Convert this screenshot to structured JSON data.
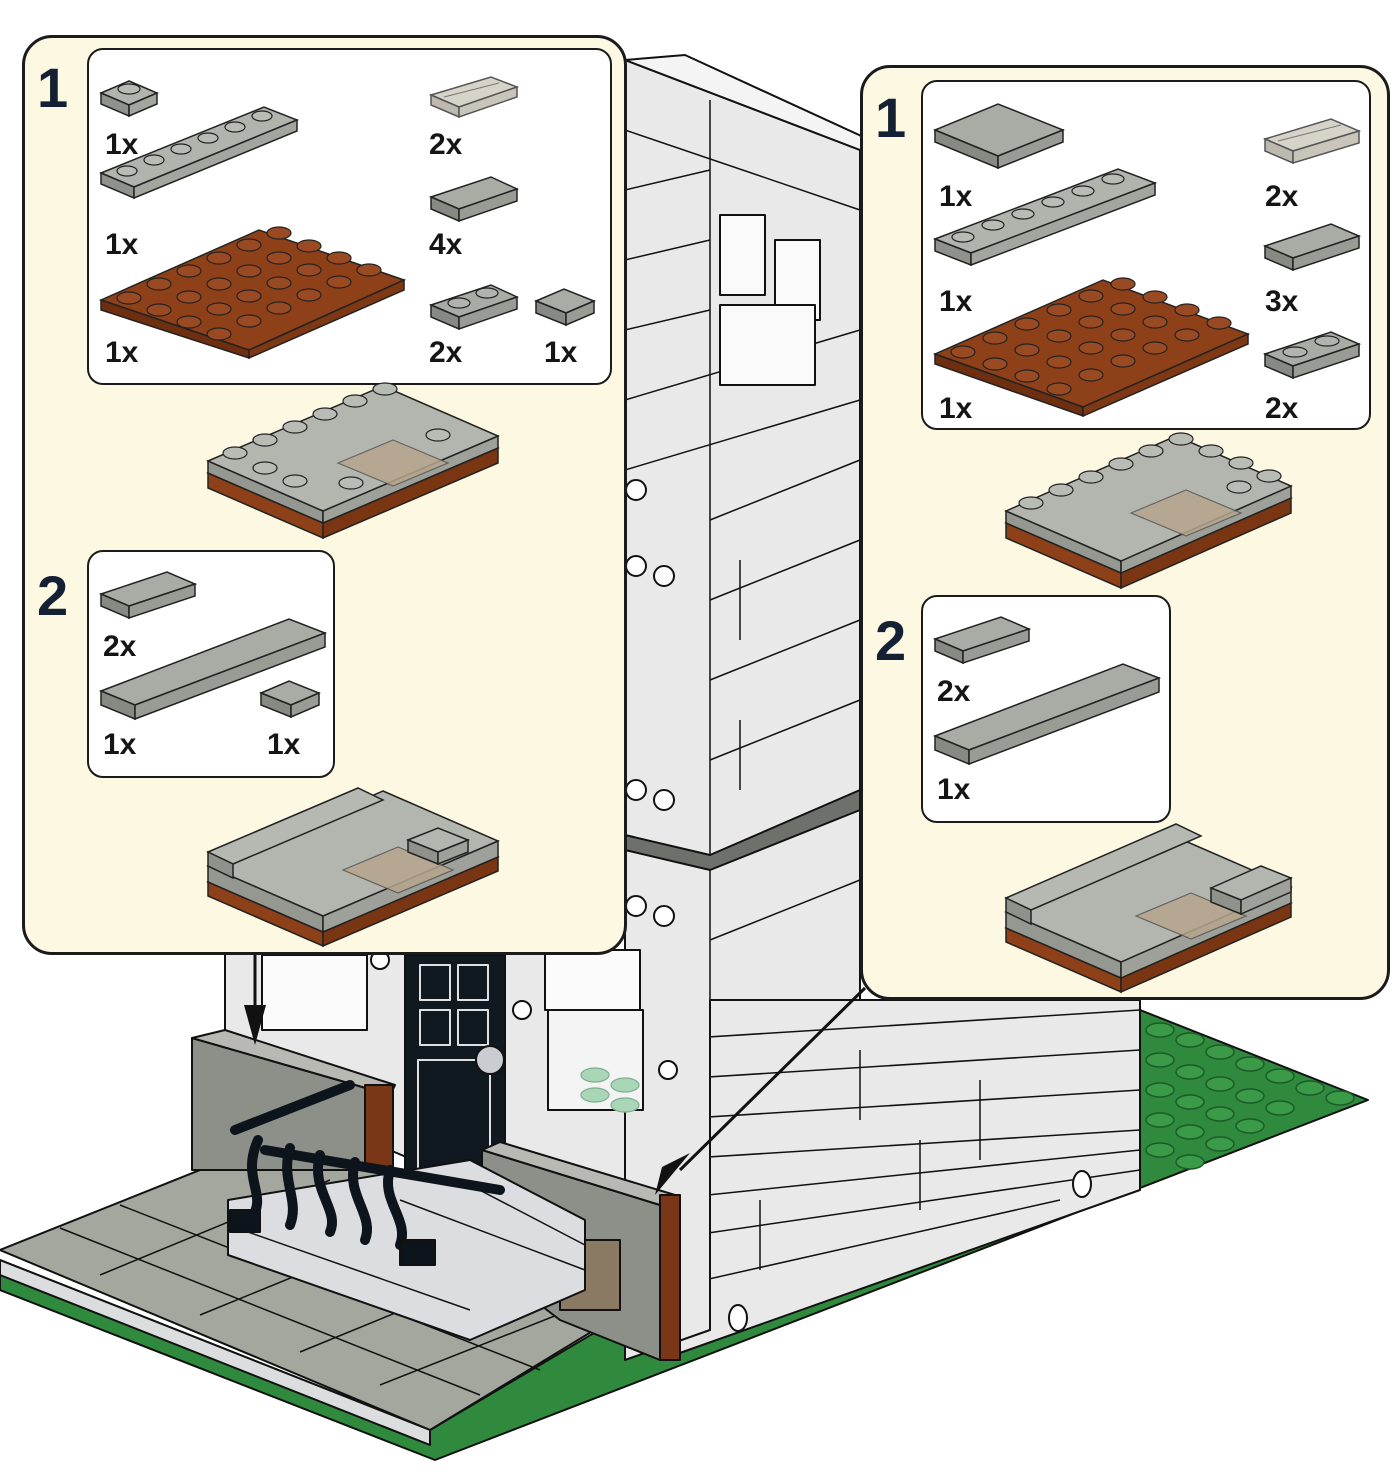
{
  "colors": {
    "callout_bg": "#fdf8e1",
    "parts_box_bg": "#ffffff",
    "outline": "#1b1b1b",
    "step_number": "#142033",
    "light_gray": "#a9aca5",
    "dark_gray": "#7c7f78",
    "reddish_brown": "#8a3d17",
    "trans_clear": "#c9c6bc",
    "white_brick": "#e9e9ea",
    "baseplate_green": "#2f8a3e",
    "sidewalk": "#9fa39a",
    "door_black": "#101820",
    "trans_green": "#a8d6b6"
  },
  "left_callout": {
    "steps": [
      {
        "number": "1",
        "parts": [
          {
            "name": "plate-1x1",
            "qty": "1x"
          },
          {
            "name": "plate-1x6",
            "qty": "1x"
          },
          {
            "name": "plate-4x6-reddish-brown",
            "qty": "1x"
          },
          {
            "name": "tile-1x2-trans-clear",
            "qty": "2x"
          },
          {
            "name": "tile-1x2",
            "qty": "4x"
          },
          {
            "name": "plate-1x2",
            "qty": "2x"
          },
          {
            "name": "tile-1x1",
            "qty": "1x"
          }
        ]
      },
      {
        "number": "2",
        "parts": [
          {
            "name": "tile-1x2",
            "qty": "2x"
          },
          {
            "name": "tile-1x6",
            "qty": "1x"
          },
          {
            "name": "tile-1x1",
            "qty": "1x"
          }
        ]
      }
    ]
  },
  "right_callout": {
    "steps": [
      {
        "number": "1",
        "parts": [
          {
            "name": "tile-2x2",
            "qty": "1x"
          },
          {
            "name": "plate-1x6",
            "qty": "1x"
          },
          {
            "name": "plate-4x6-reddish-brown",
            "qty": "1x"
          },
          {
            "name": "tile-1x2-trans-clear",
            "qty": "2x"
          },
          {
            "name": "tile-1x2",
            "qty": "3x"
          },
          {
            "name": "plate-1x2",
            "qty": "2x"
          }
        ]
      },
      {
        "number": "2",
        "parts": [
          {
            "name": "tile-1x2",
            "qty": "2x"
          },
          {
            "name": "tile-1x6",
            "qty": "1x"
          }
        ]
      }
    ]
  },
  "main_model": {
    "description": "white brick townhouse corner with black front door, stoop with black railing, sidewalk and green baseplate",
    "placement_arrows": 2
  }
}
